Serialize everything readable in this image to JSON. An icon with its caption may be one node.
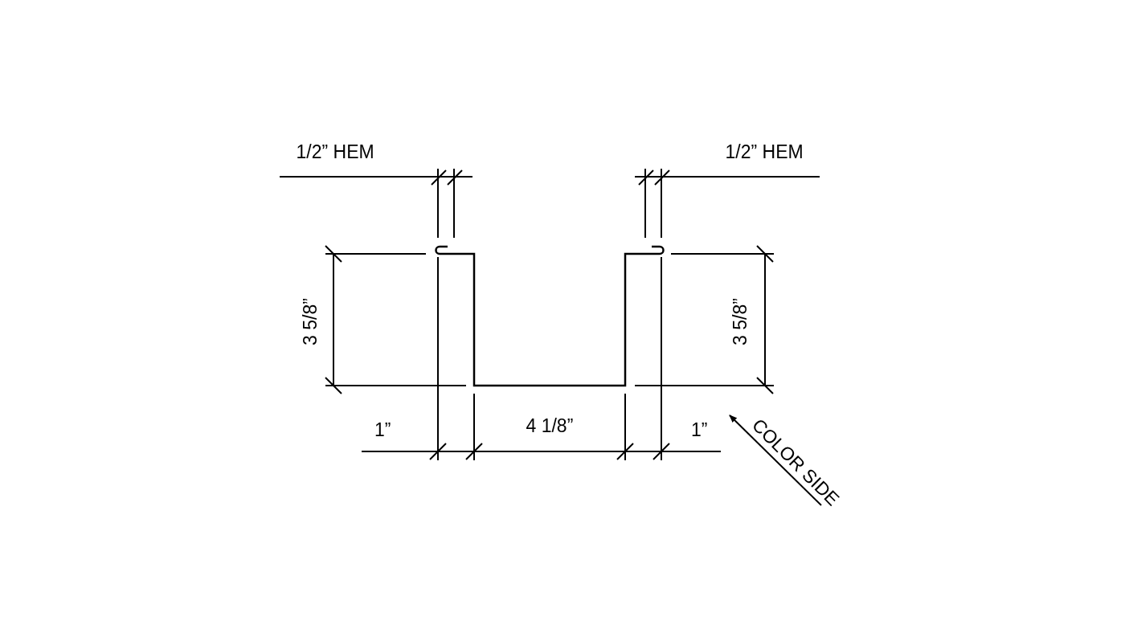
{
  "diagram": {
    "labels": [
      "1/2” HEM",
      "1/2” HEM",
      "3 5/8”",
      "3 5/8”",
      "1”",
      "4 1/8”",
      "1”",
      "COLOR SIDE"
    ]
  }
}
